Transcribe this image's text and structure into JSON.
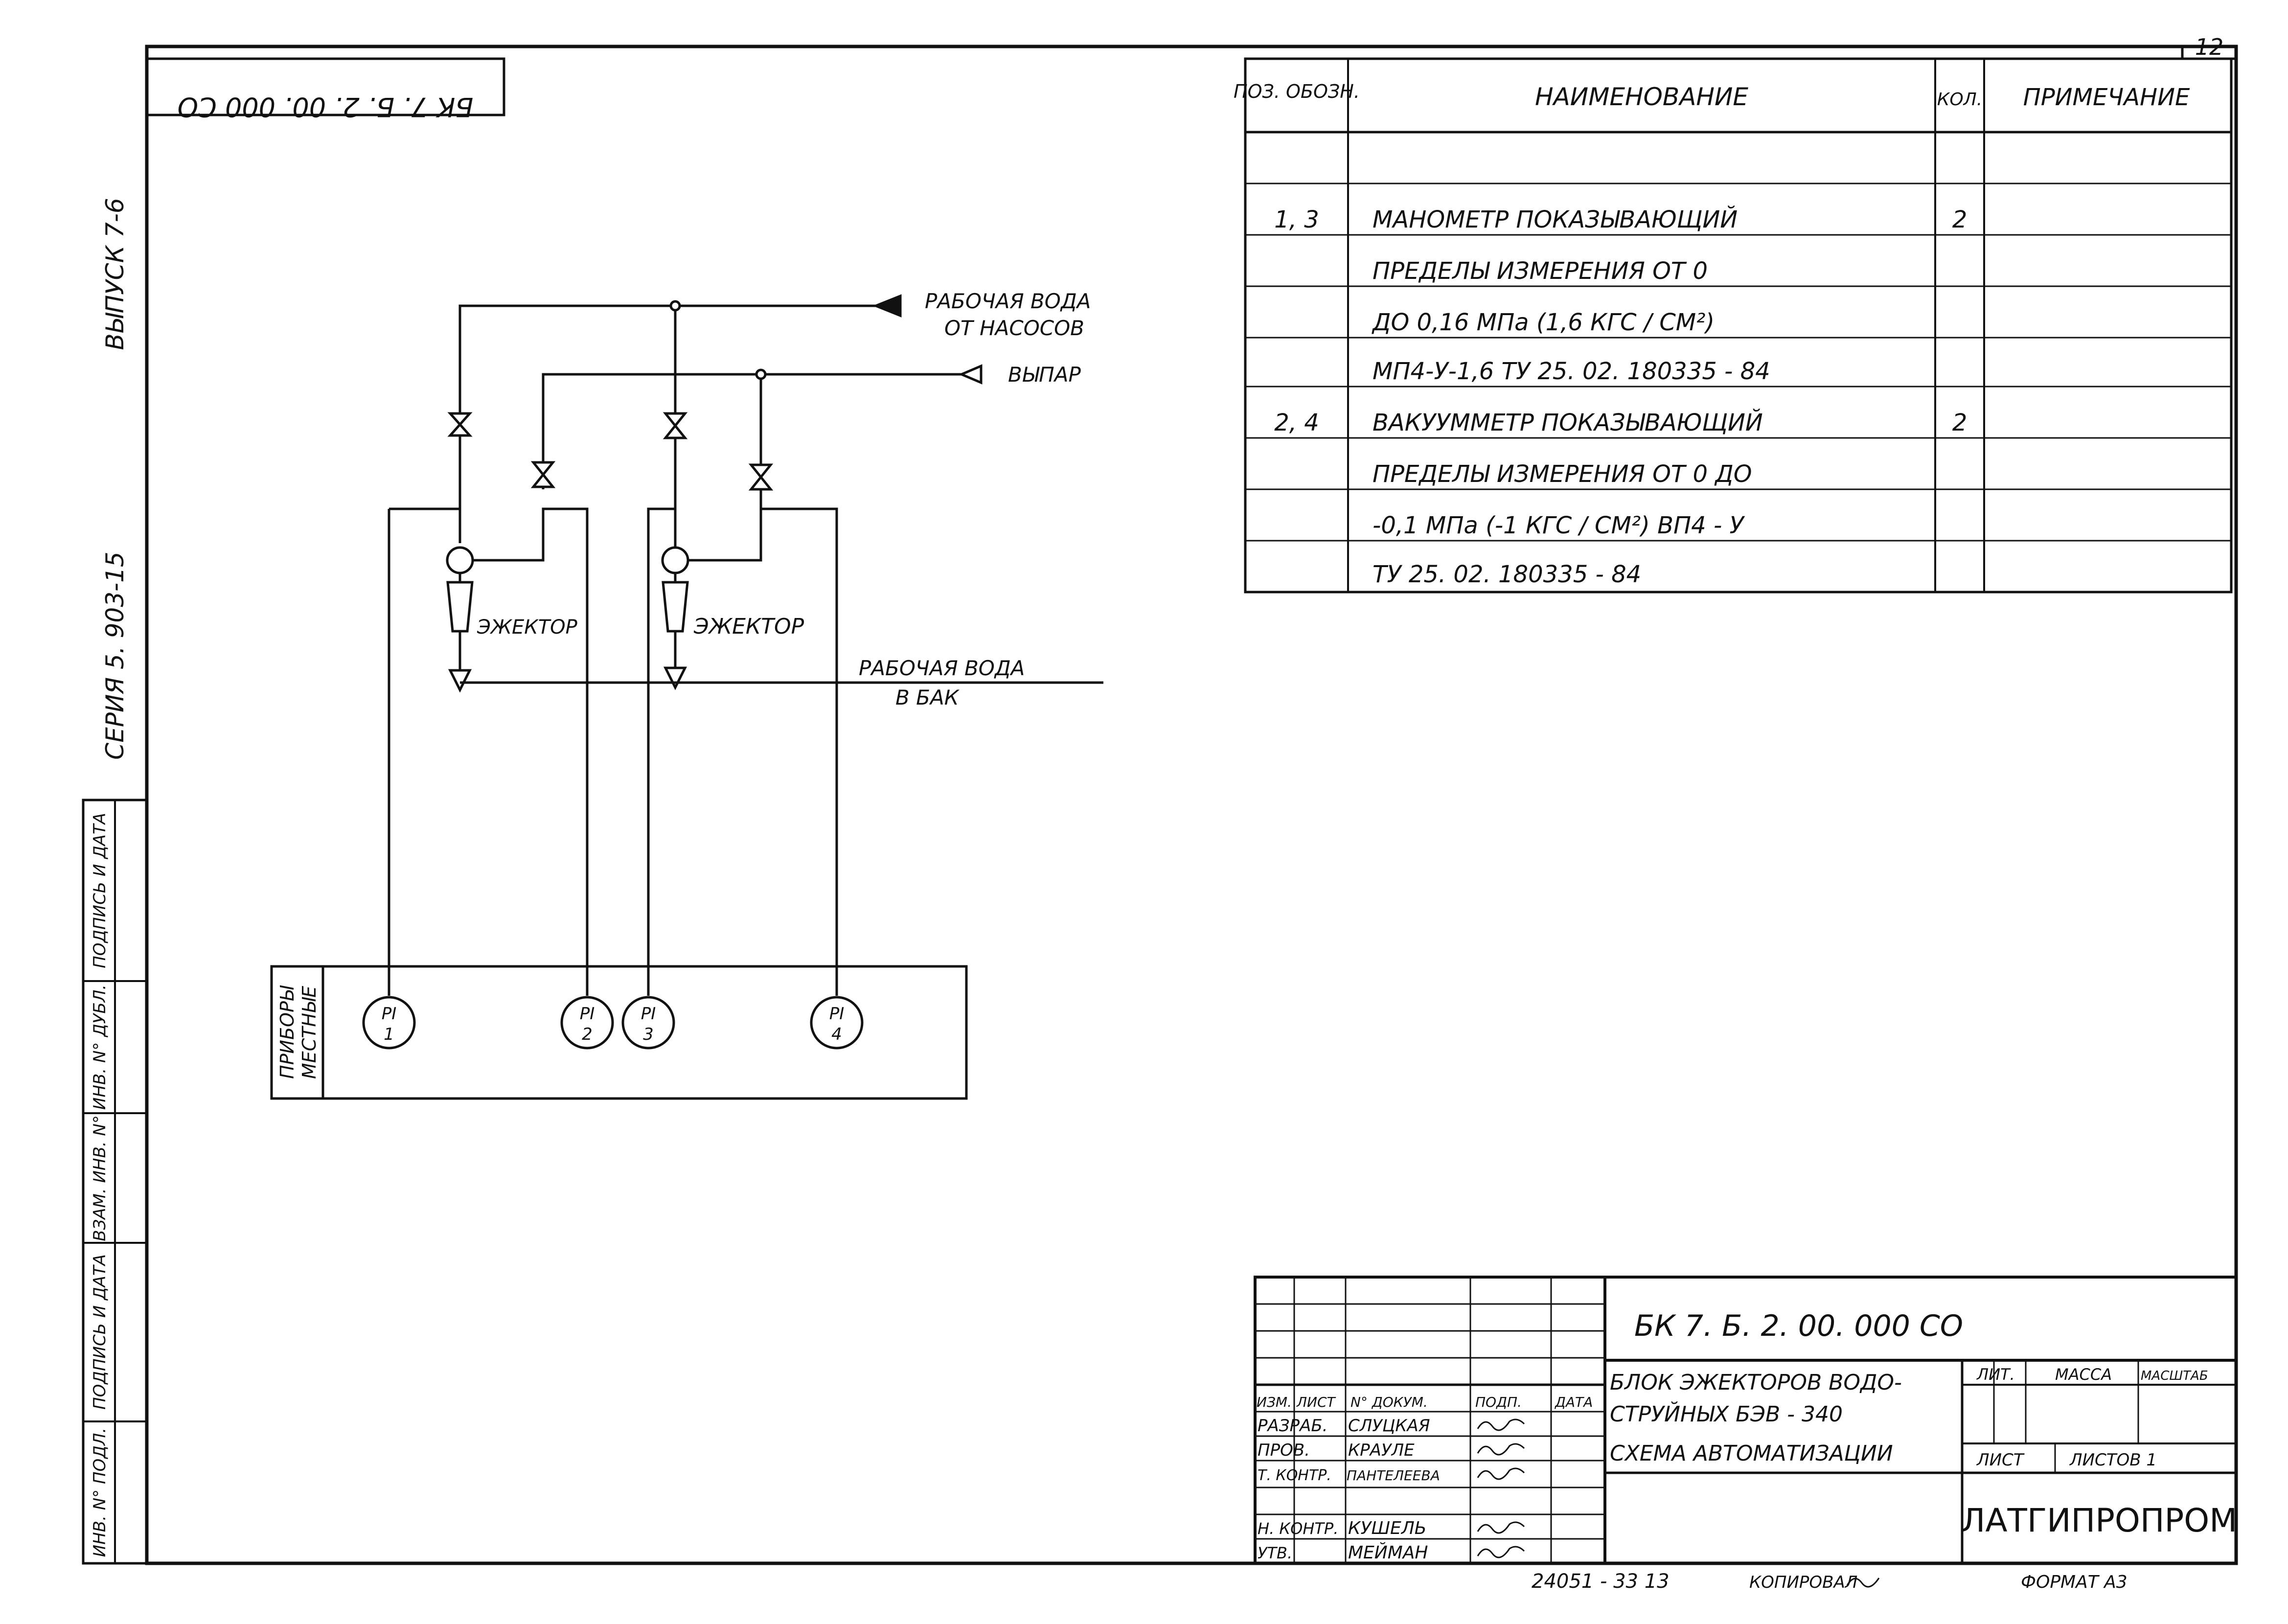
{
  "sheet": {
    "number": "12",
    "doc_code_mirrored": "БК 7. Б. 2. 00. 000 СО",
    "series": "СЕРИЯ 5. 903-15",
    "issue": "ВЫПУСК 7-6",
    "format": "ФОРМАТ А3",
    "copied": "КОПИРОВАЛ",
    "order_number": "24051 - 33   13"
  },
  "left_strip": {
    "labels": [
      "ПОДПИСЬ И ДАТА",
      "ИНВ. N° ДУБЛ.",
      "ВЗАМ. ИНВ. N°",
      "ПОДПИСЬ И ДАТА",
      "ИНВ. N° ПОДЛ."
    ]
  },
  "spec_table": {
    "headers": {
      "pos": "ПОЗ. ОБОЗН.",
      "name": "НАИМЕНОВАНИЕ",
      "qty": "КОЛ.",
      "note": "ПРИМЕЧАНИЕ"
    },
    "rows": [
      {
        "pos": "1, 3",
        "name": "МАНОМЕТР  ПОКАЗЫВАЮЩИЙ",
        "qty": "2",
        "note": ""
      },
      {
        "pos": "",
        "name": "ПРЕДЕЛЫ  ИЗМЕРЕНИЯ  ОТ 0",
        "qty": "",
        "note": ""
      },
      {
        "pos": "",
        "name": "ДО 0,16 МПа  (1,6 КГС / СМ²)",
        "qty": "",
        "note": ""
      },
      {
        "pos": "",
        "name": "МП4-У-1,6   ТУ 25. 02. 180335 - 84",
        "qty": "",
        "note": ""
      },
      {
        "pos": "2, 4",
        "name": "ВАКУУММЕТР ПОКАЗЫВАЮЩИЙ",
        "qty": "2",
        "note": ""
      },
      {
        "pos": "",
        "name": "ПРЕДЕЛЫ ИЗМЕРЕНИЯ  ОТ  0  ДО",
        "qty": "",
        "note": ""
      },
      {
        "pos": "",
        "name": "-0,1 МПа (-1 КГС / СМ²)   ВП4 - У",
        "qty": "",
        "note": ""
      },
      {
        "pos": "",
        "name": "ТУ 25. 02. 180335 - 84",
        "qty": "",
        "note": ""
      }
    ]
  },
  "diagram": {
    "inlet_label_1": "РАБОЧАЯ  ВОДА",
    "inlet_label_2": "ОТ  НАСОСОВ",
    "vent_label": "ВЫПАР",
    "ejector_1": "ЭЖЕКТОР",
    "ejector_2": "ЭЖЕКТОР",
    "outlet_label_1": "РАБОЧАЯ  ВОДА",
    "outlet_label_2": "В  БАК",
    "panel_label_1": "ПРИБОРЫ",
    "panel_label_2": "МЕСТНЫЕ",
    "instruments": [
      {
        "tag": "PI",
        "num": "1"
      },
      {
        "tag": "PI",
        "num": "2"
      },
      {
        "tag": "PI",
        "num": "3"
      },
      {
        "tag": "PI",
        "num": "4"
      }
    ]
  },
  "title_block": {
    "doc_code": "БК 7. Б. 2. 00. 000 СО",
    "title_lines": [
      "БЛОК ЭЖЕКТОРОВ  ВОДО-",
      "СТРУЙНЫХ  БЭВ - 340",
      "СХЕМА  АВТОМАТИЗАЦИИ"
    ],
    "headers": [
      "ИЗМ.",
      "ЛИСТ",
      "N° ДОКУМ.",
      "ПОДП.",
      "ДАТА"
    ],
    "people": [
      {
        "role": "РАЗРАБ.",
        "name": "СЛУЦКАЯ"
      },
      {
        "role": "ПРОВ.",
        "name": "КРАУЛЕ"
      },
      {
        "role": "Т. КОНТР.",
        "name": "ПАНТЕЛЕЕВА"
      },
      {
        "role": "Н. КОНТР.",
        "name": "КУШЕЛЬ"
      },
      {
        "role": "УТВ.",
        "name": "МЕЙМАН"
      }
    ],
    "lit": "ЛИТ.",
    "mass": "МАССА",
    "scale": "МАСШТАБ",
    "sheet": "ЛИСТ",
    "sheets": "ЛИСТОВ 1",
    "org": "ЛАТГИПРОПРОМ"
  }
}
